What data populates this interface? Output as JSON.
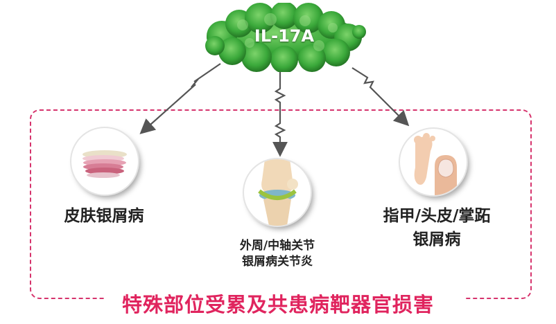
{
  "protein": {
    "name": "IL-17A",
    "color": "#3aa83a"
  },
  "nodes": [
    {
      "label": "皮肤银屑病",
      "icon": "skin-layers-icon"
    },
    {
      "label_line1": "外周/中轴关节",
      "label_line2": "银屑病关节炎",
      "icon": "knee-joint-icon"
    },
    {
      "label_line1": "指甲/头皮/掌跖",
      "label_line2": "银屑病",
      "icon": "foot-nail-icon"
    }
  ],
  "footer": "特殊部位受累及共患病靶器官损害",
  "colors": {
    "accent": "#e0245e",
    "arrow": "#555555",
    "frame": "#d6336c"
  }
}
